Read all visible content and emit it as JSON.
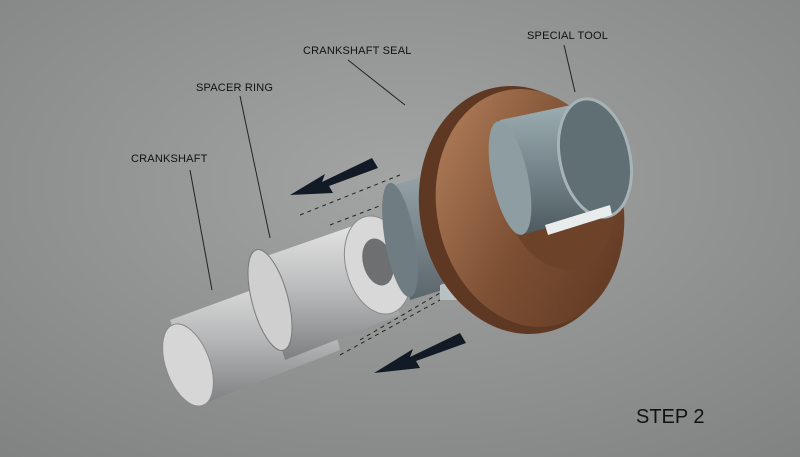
{
  "labels": {
    "crankshaft": "CRANKSHAFT",
    "spacer_ring": "SPACER RING",
    "crankshaft_seal": "CRANKSHAFT SEAL",
    "special_tool": "SPECIAL TOOL"
  },
  "step": "STEP 2",
  "colors": {
    "background": "#8e8f8f",
    "flange": "#8a5a3a",
    "arrow": "#121a26",
    "seal": "#7d8a90",
    "shaft": "#c9cacb"
  }
}
